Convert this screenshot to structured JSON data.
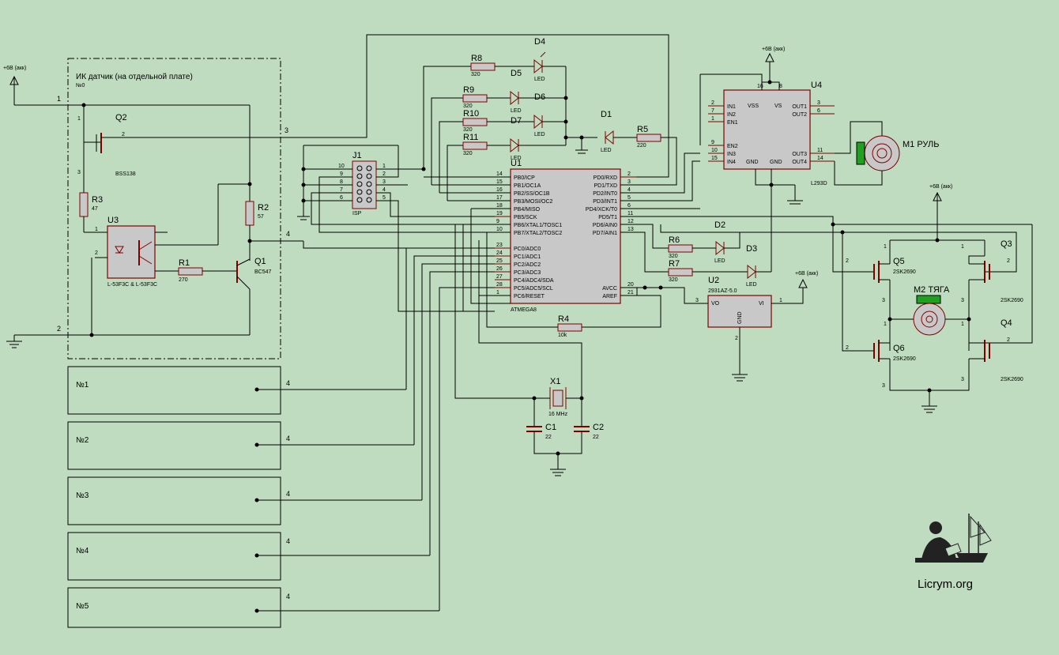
{
  "power": {
    "plus6": "+6В (акк)"
  },
  "ir_board": {
    "title": "ИК датчик (на отдельной плате)",
    "number": "№0"
  },
  "sensor_boxes": [
    "№1",
    "№2",
    "№3",
    "№4",
    "№5"
  ],
  "net_numbers": {
    "n1": "1",
    "n2": "2",
    "n3": "3",
    "n4": "4"
  },
  "components": {
    "Q2": {
      "ref": "Q2",
      "value": "BSS138"
    },
    "R3": {
      "ref": "R3",
      "value": "47"
    },
    "U3": {
      "ref": "U3",
      "value": "L-53F3C",
      "value2": "L-53F3C",
      "amp": "&"
    },
    "R1": {
      "ref": "R1",
      "value": "270"
    },
    "R2": {
      "ref": "R2",
      "value": "57"
    },
    "Q1": {
      "ref": "Q1",
      "value": "BC547"
    },
    "J1": {
      "ref": "J1",
      "value": "ISP"
    },
    "U1": {
      "ref": "U1",
      "value": "ATMEGA8"
    },
    "R8": {
      "ref": "R8",
      "value": "320"
    },
    "R9": {
      "ref": "R9",
      "value": "320"
    },
    "R10": {
      "ref": "R10",
      "value": "320"
    },
    "R11": {
      "ref": "R11",
      "value": "320"
    },
    "D4": {
      "ref": "D4",
      "value": "LED"
    },
    "D5": {
      "ref": "D5",
      "value": "LED"
    },
    "D6": {
      "ref": "D6",
      "value": "LED"
    },
    "D7": {
      "ref": "D7",
      "value": "LED"
    },
    "D1": {
      "ref": "D1",
      "value": "LED"
    },
    "R5": {
      "ref": "R5",
      "value": "220"
    },
    "U4": {
      "ref": "U4",
      "value": "L293D"
    },
    "M1": {
      "ref": "M1 РУЛЬ"
    },
    "D2": {
      "ref": "D2",
      "value": "LED"
    },
    "D3": {
      "ref": "D3",
      "value": "LED"
    },
    "R6": {
      "ref": "R6",
      "value": "320"
    },
    "R7": {
      "ref": "R7",
      "value": "320"
    },
    "U2": {
      "ref": "U2",
      "value": "2931AZ-5.0"
    },
    "R4": {
      "ref": "R4",
      "value": "10k"
    },
    "X1": {
      "ref": "X1",
      "value": "16 MHz"
    },
    "C1": {
      "ref": "C1",
      "value": "22"
    },
    "C2": {
      "ref": "C2",
      "value": "22"
    },
    "Q3": {
      "ref": "Q3",
      "value": "2SK2690"
    },
    "Q4": {
      "ref": "Q4",
      "value": "2SK2690"
    },
    "Q5": {
      "ref": "Q5",
      "value": "2SK2690"
    },
    "Q6": {
      "ref": "Q6",
      "value": "2SK2690"
    },
    "M2": {
      "ref": "M2 ТЯГА"
    }
  },
  "u1_pins_left": [
    {
      "num": "14",
      "name": "PB0/ICP"
    },
    {
      "num": "15",
      "name": "PB1/OC1A"
    },
    {
      "num": "16",
      "name": "PB2/SS/OC1B"
    },
    {
      "num": "17",
      "name": "PB3/MOSI/OC2"
    },
    {
      "num": "18",
      "name": "PB4/MISO"
    },
    {
      "num": "19",
      "name": "PB5/SCK"
    },
    {
      "num": "9",
      "name": "PB6/XTAL1/TOSC1"
    },
    {
      "num": "10",
      "name": "PB7/XTAL2/TOSC2"
    },
    {
      "num": "23",
      "name": "PC0/ADC0"
    },
    {
      "num": "24",
      "name": "PC1/ADC1"
    },
    {
      "num": "25",
      "name": "PC2/ADC2"
    },
    {
      "num": "26",
      "name": "PC3/ADC3"
    },
    {
      "num": "27",
      "name": "PC4/ADC4/SDA"
    },
    {
      "num": "28",
      "name": "PC5/ADC5/SCL"
    },
    {
      "num": "1",
      "name": "PC6/RESET"
    }
  ],
  "u1_pins_right": [
    {
      "num": "2",
      "name": "PD0/RXD"
    },
    {
      "num": "3",
      "name": "PD1/TXD"
    },
    {
      "num": "4",
      "name": "PD2/INT0"
    },
    {
      "num": "5",
      "name": "PD3/INT1"
    },
    {
      "num": "6",
      "name": "PD4/XCK/T0"
    },
    {
      "num": "11",
      "name": "PD5/T1"
    },
    {
      "num": "12",
      "name": "PD6/AIN0"
    },
    {
      "num": "13",
      "name": "PD7/AIN1"
    },
    {
      "num": "20",
      "name": "AVCC"
    },
    {
      "num": "21",
      "name": "AREF"
    }
  ],
  "u4_pins_left": [
    {
      "num": "2",
      "name": "IN1"
    },
    {
      "num": "7",
      "name": "IN2"
    },
    {
      "num": "1",
      "name": "EN1"
    },
    {
      "num": "9",
      "name": "EN2"
    },
    {
      "num": "10",
      "name": "IN3"
    },
    {
      "num": "15",
      "name": "IN4"
    }
  ],
  "u4_pins_right": [
    {
      "num": "3",
      "name": "OUT1"
    },
    {
      "num": "6",
      "name": "OUT2"
    },
    {
      "num": "11",
      "name": "OUT3"
    },
    {
      "num": "14",
      "name": "OUT4"
    }
  ],
  "u4_top": {
    "vss": "VSS",
    "vs": "VS",
    "pin16": "16",
    "pin8": "8",
    "gnd": "GND"
  },
  "u2_pins": {
    "vo": "VO",
    "vi": "VI",
    "gnd": "GND",
    "p1": "1",
    "p2": "2",
    "p3": "3"
  },
  "j1_pins": {
    "left": [
      "10",
      "9",
      "8",
      "7",
      "6"
    ],
    "right": [
      "1",
      "2",
      "3",
      "4",
      "5"
    ]
  },
  "fet_pins": {
    "p1": "1",
    "p2": "2",
    "p3": "3"
  },
  "logo": {
    "text": "Licrym.org"
  }
}
